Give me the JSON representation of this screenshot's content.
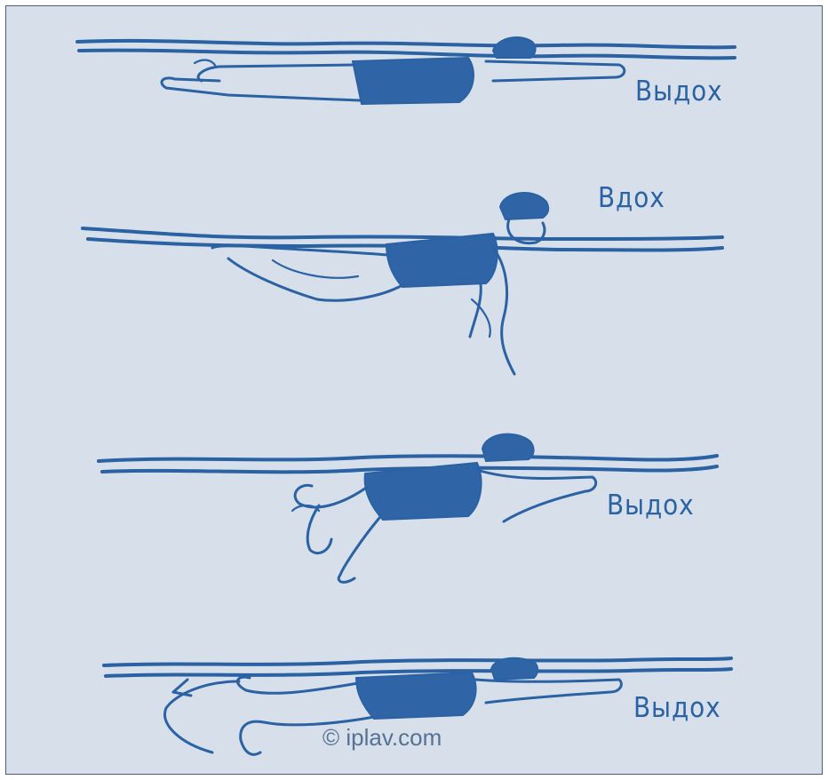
{
  "phases": [
    {
      "label": "Выдох"
    },
    {
      "label": "Вдох"
    },
    {
      "label": "Выдох"
    },
    {
      "label": "Выдох"
    }
  ],
  "watermark": "© iplav.com",
  "colors": {
    "ink": "#2b62a3",
    "paper": "#d7e0ea",
    "border": "#4a5e74"
  }
}
